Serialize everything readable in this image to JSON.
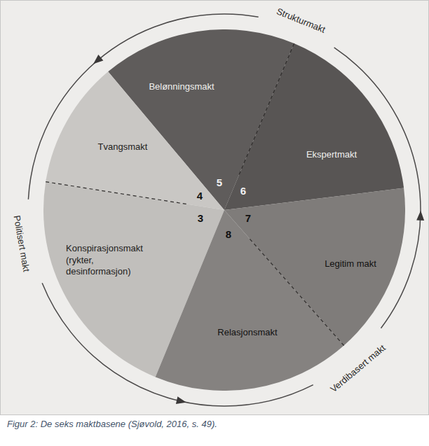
{
  "diagram": {
    "caption": "Figur 2: De seks maktbasene (Sjøvold, 2016, s. 49).",
    "nodes": [
      {
        "text": [
          "Belønningsmakt"
        ]
      },
      {
        "text": [
          "Ekspertmakt"
        ]
      },
      {
        "text": [
          "Tvangsmakt"
        ]
      },
      {
        "text": [
          "Legitim makt"
        ]
      },
      {
        "text": [
          "Konspirasjonsmakt (rykter, desinformasjon)"
        ]
      },
      {
        "text": [
          "Relasjonsmakt"
        ]
      }
    ],
    "labels": [
      "Strukturmakt",
      "5",
      "6",
      "4",
      "7",
      "3",
      "8",
      "Politisert makt",
      "Verdibasert makt"
    ]
  }
}
